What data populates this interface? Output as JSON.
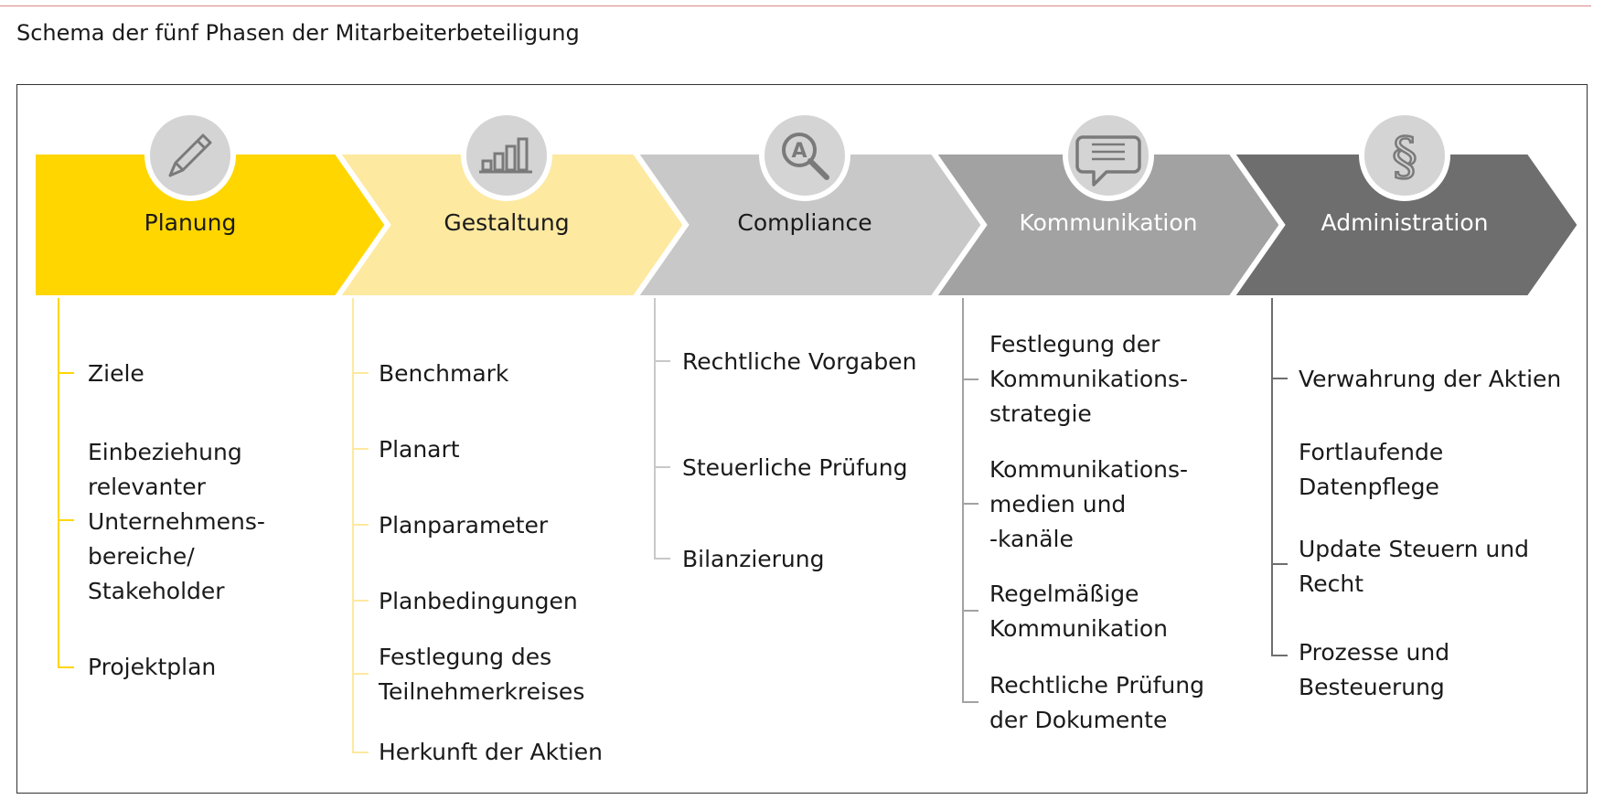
{
  "title": "Schema der fünf Phasen der Mitarbeiterbeteiligung",
  "colors": {
    "phase1": "#ffd600",
    "phase2": "#fde9a0",
    "phase3": "#c8c8c8",
    "phase4": "#a2a2a2",
    "phase5": "#6e6e6e",
    "icon_circle": "#d4d4d4",
    "icon_glyph": "#7a7a7a"
  },
  "phases": [
    {
      "label": "Planung",
      "icon": "pencil-icon",
      "items": [
        [
          "Ziele"
        ],
        [
          "Einbeziehung",
          "relevanter",
          "Unternehmens-",
          "bereiche/",
          "Stakeholder"
        ],
        [
          "Projektplan"
        ]
      ]
    },
    {
      "label": "Gestaltung",
      "icon": "bar-chart-icon",
      "items": [
        [
          "Benchmark"
        ],
        [
          "Planart"
        ],
        [
          "Planparameter"
        ],
        [
          "Planbedingungen"
        ],
        [
          "Festlegung des",
          "Teilnehmerkreises"
        ],
        [
          "Herkunft der Aktien"
        ]
      ]
    },
    {
      "label": "Compliance",
      "icon": "magnifier-icon",
      "items": [
        [
          "Rechtliche Vorgaben"
        ],
        [
          "Steuerliche Prüfung"
        ],
        [
          "Bilanzierung"
        ]
      ]
    },
    {
      "label": "Kommunikation",
      "icon": "speech-bubble-icon",
      "items": [
        [
          "Festlegung der",
          "Kommunikations-",
          "strategie"
        ],
        [
          "Kommunikations-",
          "medien und",
          "-kanäle"
        ],
        [
          "Regelmäßige",
          "Kommunikation"
        ],
        [
          "Rechtliche Prüfung",
          "der Dokumente"
        ]
      ]
    },
    {
      "label": "Administration",
      "icon": "paragraph-icon",
      "items": [
        [
          "Verwahrung der Aktien"
        ],
        [
          "Fortlaufende",
          "Datenpflege"
        ],
        [
          "Update Steuern und",
          "Recht"
        ],
        [
          "Prozesse und",
          "Besteuerung"
        ]
      ]
    }
  ]
}
